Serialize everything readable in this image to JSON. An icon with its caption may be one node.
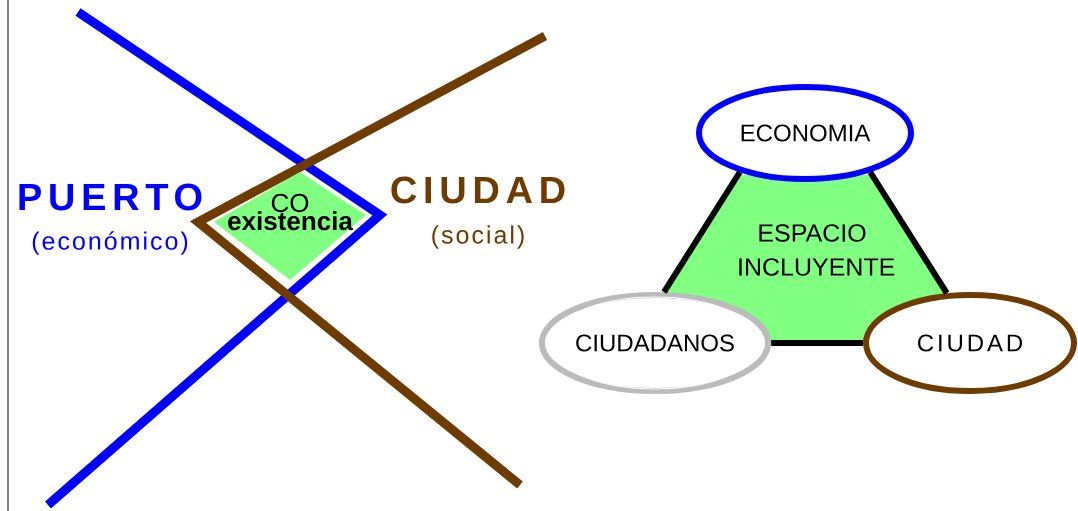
{
  "diagram": {
    "nodes": [
      {
        "text": [
          "CO",
          "existencia"
        ]
      },
      {
        "text": [
          "ECONOMIA"
        ]
      },
      {
        "text": [
          "ESPACIO INCLUYENTE"
        ]
      },
      {
        "text": [
          "CIUDADANOS"
        ]
      },
      {
        "text": [
          "CIUDAD"
        ]
      }
    ],
    "edges": [
      {
        "from": 1,
        "to": 3,
        "arrow": "none"
      },
      {
        "from": 1,
        "to": 4,
        "arrow": "none"
      },
      {
        "from": 3,
        "to": 4,
        "arrow": "none"
      }
    ],
    "labels": [
      "PUERTO",
      "(económico)",
      "CIUDAD",
      "(social)"
    ]
  }
}
